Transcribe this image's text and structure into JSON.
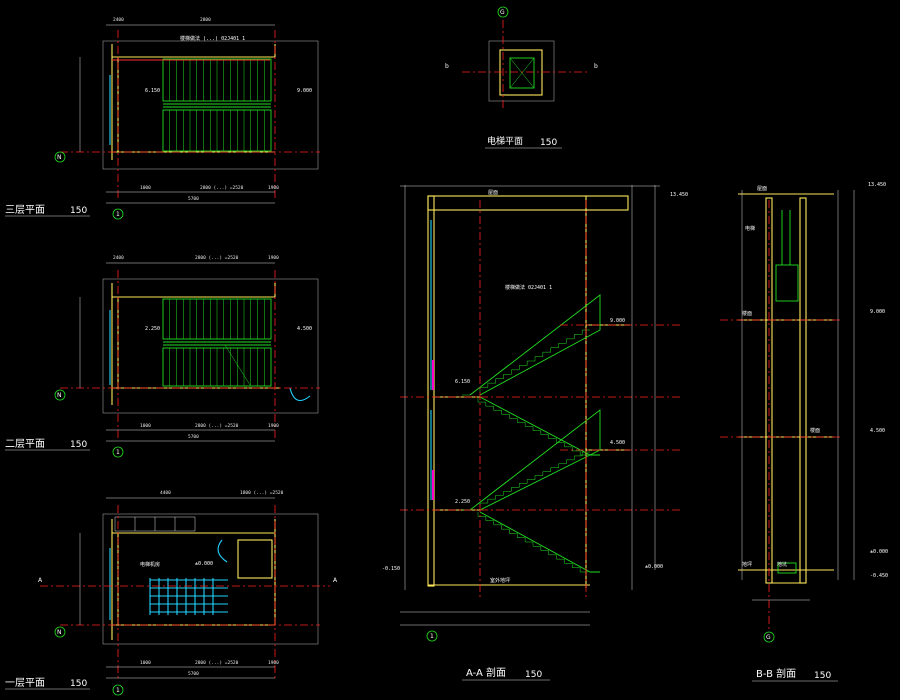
{
  "views": {
    "plan3": {
      "title": "三层平面",
      "scale": "150",
      "axis_bottom": "1",
      "axis_left": "N",
      "levels": [
        "6.150",
        "9.000"
      ],
      "dims_top": [
        "2400",
        "2800"
      ],
      "dims_bottom": [
        "1000",
        "2800 (...) =2520",
        "1900"
      ],
      "dims_total": "5700",
      "note": "楼梯做法 (...) 02J401 1"
    },
    "plan2": {
      "title": "二层平面",
      "scale": "150",
      "axis_bottom": "1",
      "axis_left": "N",
      "levels": [
        "2.250",
        "4.500"
      ],
      "dims_top": [
        "2400",
        "2800 (...) =2520",
        "1900"
      ],
      "dims_bottom": [
        "1000",
        "2800 (...) =2520",
        "1900"
      ],
      "dims_total": "5700"
    },
    "plan1": {
      "title": "一层平面",
      "scale": "150",
      "axis_bottom": "1",
      "axis_left": "N",
      "levels": [
        "±0.000"
      ],
      "cut_mark": "A",
      "room": "电梯机房",
      "dims_top": [
        "4400",
        "1800 (...) =2520"
      ],
      "dims_bottom": [
        "1000",
        "2800 (...) =2520",
        "1900"
      ],
      "dims_total": "5700"
    },
    "elevator": {
      "title": "电梯平面",
      "scale": "150",
      "axis_top": "G",
      "cut_mark": "b"
    },
    "sectionAA": {
      "title": "A-A 剖面",
      "scale": "150",
      "axis_bottom": "1",
      "roof": "屋面",
      "levels_left": [
        "6.150",
        "2.250",
        "-0.150"
      ],
      "levels_right": [
        "9.000",
        "4.500",
        "±0.000"
      ],
      "level_top": "13.450",
      "ground": "室外地坪",
      "note": "楼梯做法 02J401 1"
    },
    "sectionBB": {
      "title": "B-B 剖面",
      "scale": "150",
      "axis_bottom": "G",
      "roof": "屋面",
      "labels": [
        "电梯",
        "楼面",
        "楼面",
        "地坪",
        "地坑"
      ],
      "levels_right": [
        "9.000",
        "4.500",
        "±0.000",
        "-0.450"
      ],
      "level_top": "13.450"
    }
  }
}
